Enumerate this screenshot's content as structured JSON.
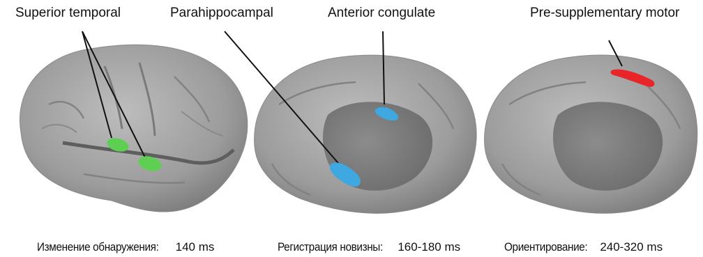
{
  "regions": [
    {
      "label": "Superior temporal",
      "color": "#5fcf54"
    },
    {
      "label": "Parahippocampal",
      "color": "#3fa8e0"
    },
    {
      "label": "Anterior congulate",
      "color": "#3fa8e0"
    },
    {
      "label": "Pre-supplementary motor",
      "color": "#e8262a"
    }
  ],
  "captions": [
    {
      "stage": "Изменение обнаружения:",
      "time": "140 ms"
    },
    {
      "stage": "Регистрация новизны:",
      "time": "160-180 ms"
    },
    {
      "stage": "Ориентирование:",
      "time": "240-320 ms"
    }
  ],
  "colors": {
    "brain_fill": "#9b9b9b",
    "brain_light": "#b5b5b5",
    "brain_dark": "#6e6e6e",
    "pointer_line": "#111111"
  }
}
